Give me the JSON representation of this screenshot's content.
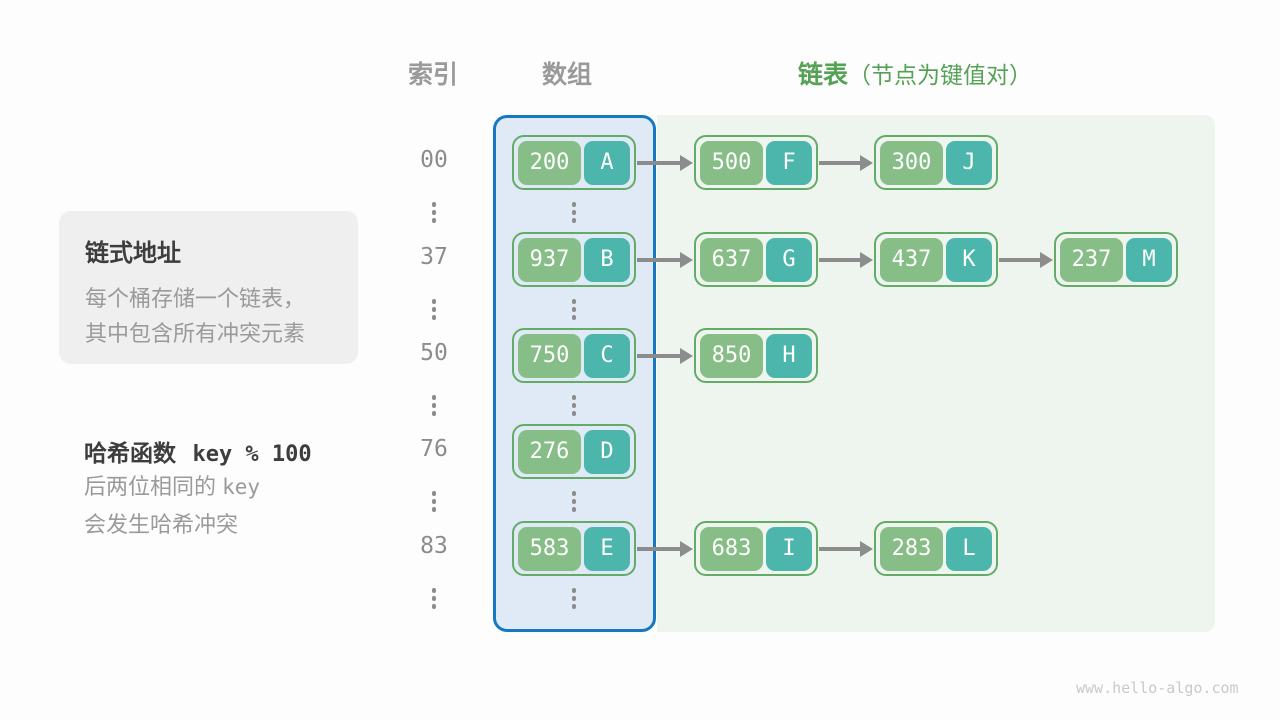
{
  "headers": {
    "index_label": "索引",
    "array_label": "数组",
    "list_label": "链表",
    "list_note": "（节点为键值对）"
  },
  "info_box": {
    "title": "链式地址",
    "lines": [
      "每个桶存储一个链表，",
      "其中包含所有冲突元素"
    ]
  },
  "hash_note": {
    "title": "哈希函数",
    "code": "key % 100",
    "desc_prefix": "后两位相同的",
    "desc_code": "key",
    "desc_line2": "会发生哈希冲突"
  },
  "diagram": {
    "rows": [
      {
        "index": "00",
        "nodes": [
          {
            "key": "200",
            "value": "A"
          },
          {
            "key": "500",
            "value": "F"
          },
          {
            "key": "300",
            "value": "J"
          }
        ]
      },
      {
        "index": "37",
        "nodes": [
          {
            "key": "937",
            "value": "B"
          },
          {
            "key": "637",
            "value": "G"
          },
          {
            "key": "437",
            "value": "K"
          },
          {
            "key": "237",
            "value": "M"
          }
        ]
      },
      {
        "index": "50",
        "nodes": [
          {
            "key": "750",
            "value": "C"
          },
          {
            "key": "850",
            "value": "H"
          }
        ]
      },
      {
        "index": "76",
        "nodes": [
          {
            "key": "276",
            "value": "D"
          }
        ]
      },
      {
        "index": "83",
        "nodes": [
          {
            "key": "583",
            "value": "E"
          },
          {
            "key": "683",
            "value": "I"
          },
          {
            "key": "283",
            "value": "L"
          }
        ]
      }
    ],
    "ellipsis_rows_present": true
  },
  "watermark": {
    "text": "www.hello-algo.com"
  },
  "colors": {
    "accent_green": "#55a155",
    "node_border": "#63ab66",
    "key_bg": "#87bd87",
    "value_bg": "#4db6ac",
    "array_panel_border": "#1778c2",
    "array_panel_bg": "#dfeaf6",
    "list_panel_bg": "#eef5ee",
    "arrow": "#8c8c8c",
    "muted_text": "#9a9a9a",
    "dark_text": "#3d3d3d"
  },
  "icons": {
    "arrow_right": "→",
    "vertical_ellipsis": "⋮"
  }
}
